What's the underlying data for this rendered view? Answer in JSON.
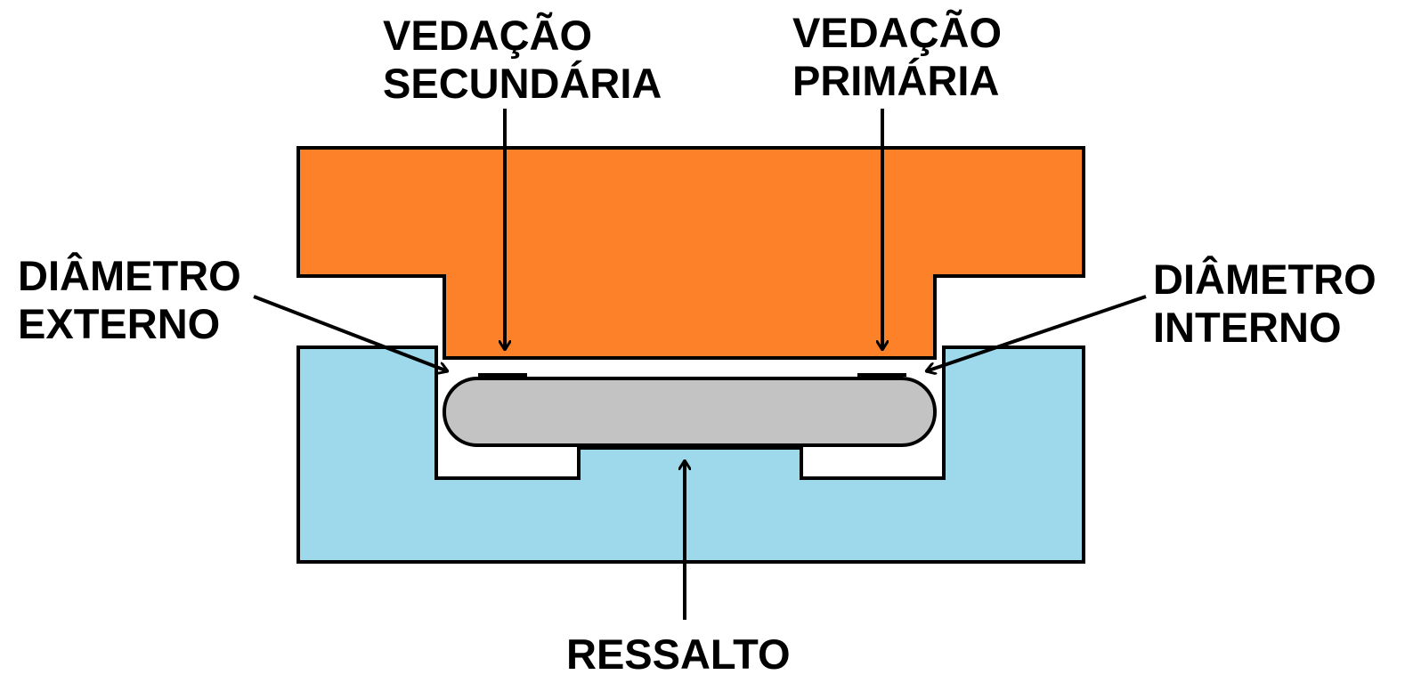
{
  "colors": {
    "upper_part": "#FD8128",
    "lower_part": "#9DD9EA",
    "gasket": "#C3C3C3",
    "outline": "#000000",
    "background": "#FFFFFF"
  },
  "labels": {
    "secondary_seal": {
      "line1": "VEDAÇÃO",
      "line2": "SECUNDÁRIA"
    },
    "primary_seal": {
      "line1": "VEDAÇÃO",
      "line2": "PRIMÁRIA"
    },
    "outer_diameter": {
      "line1": "DIÂMETRO",
      "line2": "EXTERNO"
    },
    "inner_diameter": {
      "line1": "DIÂMETRO",
      "line2": "INTERNO"
    },
    "shoulder": {
      "line1": "RESSALTO"
    }
  }
}
